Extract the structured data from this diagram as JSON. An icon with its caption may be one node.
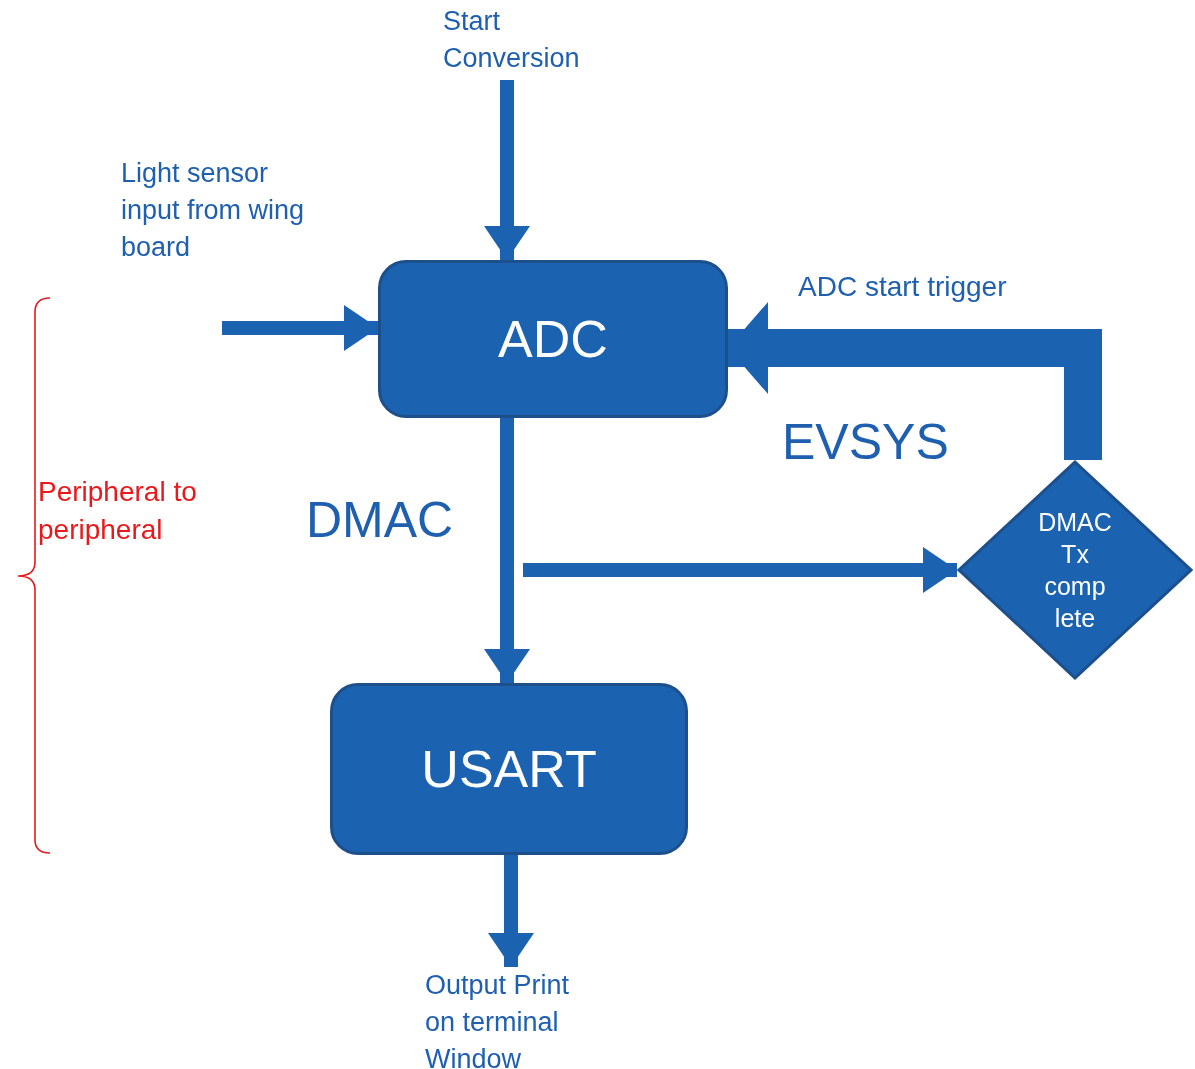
{
  "diagram": {
    "nodes": [
      {
        "text": [
          "Start Conversion"
        ]
      },
      {
        "text": [
          "Light sensor input from wing board"
        ]
      },
      {
        "text": [
          "ADC"
        ]
      },
      {
        "text": [
          "DMAC Tx comp lete"
        ]
      },
      {
        "text": [
          "USART"
        ]
      },
      {
        "text": [
          "Output Print on terminal Window"
        ]
      }
    ],
    "edges": [
      {
        "from": 0,
        "to": 2,
        "arrow": "to"
      },
      {
        "from": null,
        "to": 2,
        "arrow": "to"
      },
      {
        "from": 2,
        "to": 4,
        "arrow": "to",
        "label": "DMAC"
      },
      {
        "from": null,
        "to": 3,
        "arrow": "to"
      },
      {
        "from": 3,
        "to": 2,
        "arrow": "to",
        "label": "ADC start trigger",
        "style": "thick"
      },
      {
        "from": 4,
        "to": 5,
        "arrow": "to"
      }
    ],
    "labels": [
      "EVSYS",
      "Peripheral to peripheral"
    ]
  }
}
